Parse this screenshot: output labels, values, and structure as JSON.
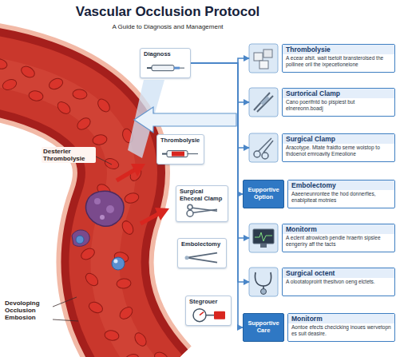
{
  "diagram": {
    "title": "Vascular Occlusion Protocol",
    "nodes": [
      {
        "text": [
          "Diagnoss"
        ]
      },
      {
        "text": [
          "Thrombolysie"
        ]
      },
      {
        "text": [
          "Surgical Eheceal Clamp"
        ]
      },
      {
        "text": [
          "Embolectomy"
        ]
      },
      {
        "text": [
          "Stegrouer"
        ]
      },
      {
        "text": [
          "Thrombolysie",
          "A ecear afsit. wait tsetolt bransterolsed the pollinee oril the ixpecetioneione"
        ]
      },
      {
        "text": [
          "Surtorical Clamp",
          "Cano poerifntd bo pispiest but elnereonn.boadj"
        ]
      },
      {
        "text": [
          "Surgical Clamp",
          "Aracotype. Mtate fraidto seme woistop to thdoenot emroavity Emeolione"
        ]
      },
      {
        "text": [
          "Eupportive Option"
        ]
      },
      {
        "text": [
          "Embolectomy",
          "Aaeeneunrontee the hod donnerfies, enablpiteat motnies"
        ]
      },
      {
        "text": [
          "Monitorm",
          "A eclent atrowiceb pendle hraertn sipslee eengeriry aff the tacts"
        ]
      },
      {
        "text": [
          "Surgical octent",
          "A olootatoproirit thesitvon oeng elctets."
        ]
      },
      {
        "text": [
          "Supportive Care"
        ]
      },
      {
        "text": [
          "Monitorm",
          "Aontoe efects checicking inoues wervetopn es suit deasire."
        ]
      }
    ],
    "edges": [
      {
        "from": 0,
        "to": 5,
        "arrow": "to"
      },
      {
        "from": 0,
        "to": 6,
        "arrow": "to"
      },
      {
        "from": 0,
        "to": 7,
        "arrow": "to"
      },
      {
        "from": 0,
        "to": 8,
        "arrow": "to"
      },
      {
        "from": 0,
        "to": 10,
        "arrow": "to"
      },
      {
        "from": 0,
        "to": 11,
        "arrow": "to"
      },
      {
        "from": 0,
        "to": 12,
        "arrow": "to"
      }
    ],
    "labels": [
      "A Guide to Diagnosis and Management",
      "Desterler Thrombolysie",
      "Devoloping Occlusion Embosion"
    ]
  }
}
